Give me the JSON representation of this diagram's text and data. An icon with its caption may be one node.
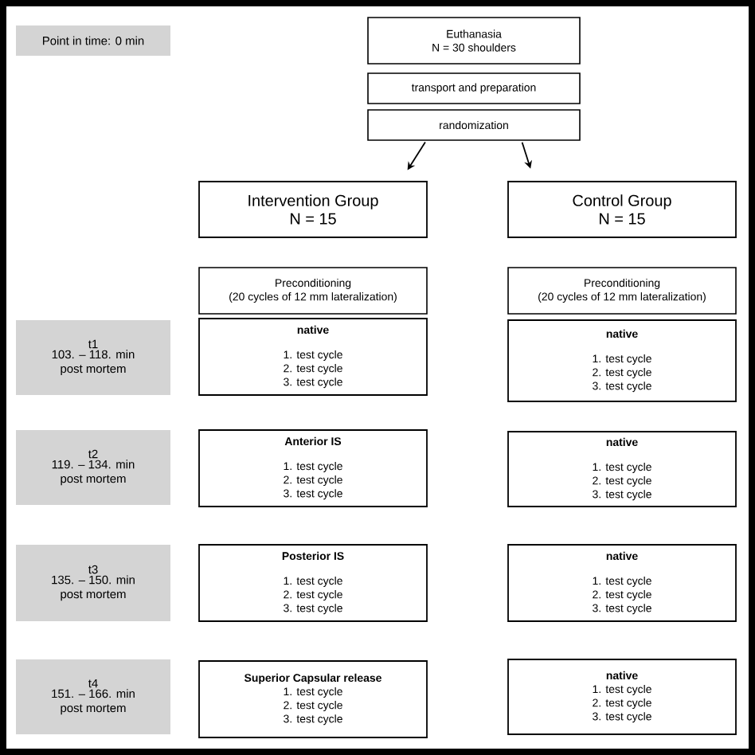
{
  "diagram": {
    "nodes": [
      {
        "text": [
          "Point in time: 0 min"
        ]
      },
      {
        "text": [
          "Euthanasia",
          "N = 30 shoulders"
        ]
      },
      {
        "text": [
          "transport and preparation"
        ]
      },
      {
        "text": [
          "randomization"
        ]
      },
      {
        "text": [
          "Intervention Group",
          "N = 15"
        ]
      },
      {
        "text": [
          "Control Group",
          "N = 15"
        ]
      },
      {
        "text": [
          "Preconditioning",
          "(20 cycles of 12 mm lateralization)"
        ]
      },
      {
        "text": [
          "Preconditioning",
          "(20 cycles of 12 mm lateralization)"
        ]
      },
      {
        "text": [
          "t1",
          "103. – 118. min post mortem"
        ]
      },
      {
        "text": [
          "native",
          "1. test cycle",
          "2. test cycle",
          "3. test cycle"
        ]
      },
      {
        "text": [
          "native",
          "1. test cycle",
          "2. test cycle",
          "3. test cycle"
        ]
      },
      {
        "text": [
          "t2",
          "119. – 134. min post mortem"
        ]
      },
      {
        "text": [
          "Anterior IS",
          "1. test cycle",
          "2. test cycle",
          "3. test cycle"
        ]
      },
      {
        "text": [
          "native",
          "1. test cycle",
          "2. test cycle",
          "3. test cycle"
        ]
      },
      {
        "text": [
          "t3",
          "135. – 150. min post mortem"
        ]
      },
      {
        "text": [
          "Posterior IS",
          "1. test cycle",
          "2. test cycle",
          "3. test cycle"
        ]
      },
      {
        "text": [
          "native",
          "1. test cycle",
          "2. test cycle",
          "3. test cycle"
        ]
      },
      {
        "text": [
          "t4",
          "151. – 166. min post mortem"
        ]
      },
      {
        "text": [
          "Superior Capsular release",
          "1. test cycle",
          "2. test cycle",
          "3. test cycle"
        ]
      },
      {
        "text": [
          "native",
          "1. test cycle",
          "2. test cycle",
          "3. test cycle"
        ]
      }
    ],
    "edges": [
      {
        "from": 3,
        "to": 4,
        "arrow": "to"
      },
      {
        "from": 3,
        "to": 5,
        "arrow": "to"
      }
    ]
  }
}
